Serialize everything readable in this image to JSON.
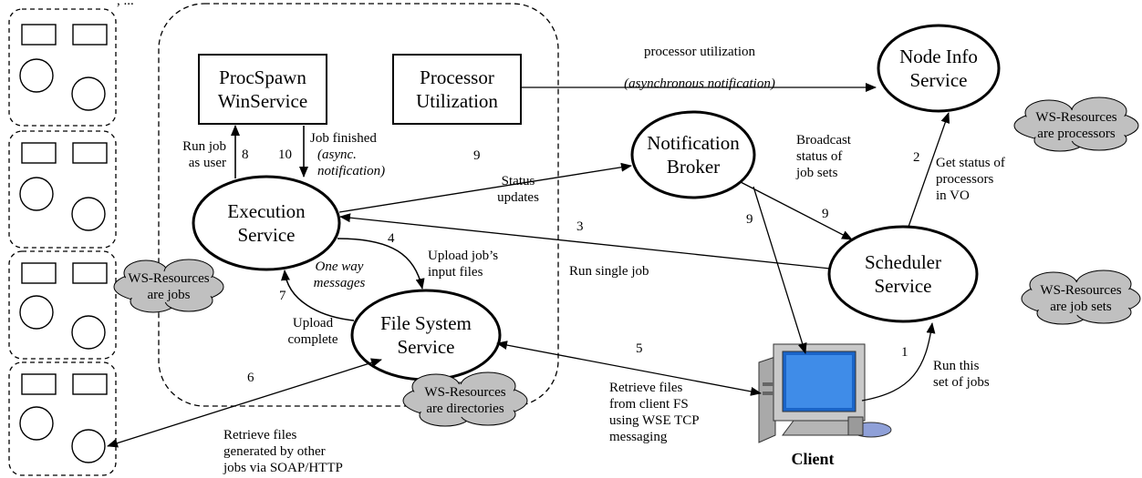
{
  "title_partial": ", ...",
  "nodes": {
    "procspawn": [
      "ProcSpawn",
      "WinService"
    ],
    "procutil": [
      "Processor",
      "Utilization"
    ],
    "nodeinfo": [
      "Node Info",
      "Service"
    ],
    "notification": [
      "Notification",
      "Broker"
    ],
    "execution": [
      "Execution",
      "Service"
    ],
    "scheduler": [
      "Scheduler",
      "Service"
    ],
    "filesystem": [
      "File System",
      "Service"
    ]
  },
  "clouds": {
    "processors": [
      "WS-Resources",
      "are processors"
    ],
    "jobs": [
      "WS-Resources",
      "are jobs"
    ],
    "jobsets": [
      "WS-Resources",
      "are job sets"
    ],
    "directories": [
      "WS-Resources",
      "are directories"
    ]
  },
  "client_label": "Client",
  "edges": {
    "proc_util": "processor utilization",
    "async_notif": "(asynchronous notification)",
    "run_job_user": [
      "Run job",
      "as user"
    ],
    "n8": "8",
    "n10": "10",
    "job_finished": "Job finished",
    "async_notif2": [
      "(async.",
      "notification)"
    ],
    "n9a": "9",
    "status_updates": [
      "Status",
      "updates"
    ],
    "broadcast": [
      "Broadcast",
      "status of",
      "job sets"
    ],
    "n9b": "9",
    "n9c": "9",
    "n2": "2",
    "get_status": [
      "Get status of",
      "processors",
      "in VO"
    ],
    "n3": "3",
    "run_single": "Run single job",
    "n4": "4",
    "upload_inputs": [
      "Upload job’s",
      "input files"
    ],
    "one_way": [
      "One way",
      "messages"
    ],
    "n7": "7",
    "upload_complete": [
      "Upload",
      "complete"
    ],
    "n5": "5",
    "n6": "6",
    "retrieve_client": [
      "Retrieve files",
      "from client FS",
      "using WSE TCP",
      "messaging"
    ],
    "retrieve_jobs": [
      "Retrieve files",
      "generated by other",
      "jobs via SOAP/HTTP"
    ],
    "n1": "1",
    "run_set": [
      "Run this",
      "set of jobs"
    ]
  }
}
